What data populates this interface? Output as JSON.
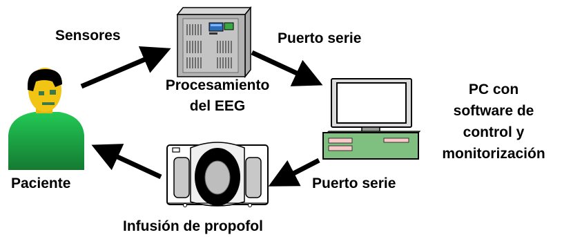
{
  "labels": {
    "sensores": "Sensores",
    "puerto_serie_top": "Puerto serie",
    "procesamiento_line1": "Procesamiento",
    "procesamiento_line2": "del EEG",
    "pc_line1": "PC con",
    "pc_line2": "software de",
    "pc_line3": "control y",
    "pc_line4": "monitorización",
    "paciente": "Paciente",
    "puerto_serie_bottom": "Puerto serie",
    "infusion": "Infusión de propofol"
  },
  "icons": {
    "patient": "patient-icon",
    "eeg_server": "eeg-processor-icon",
    "pc": "pc-monitor-icon",
    "pump": "infusion-pump-icon"
  },
  "colors": {
    "patient_green": "#1fa64a",
    "patient_face": "#f2c414",
    "screen_bg": "#ffffff",
    "pc_case": "#7fbf7f",
    "pink_slot": "#f9c8c8"
  }
}
